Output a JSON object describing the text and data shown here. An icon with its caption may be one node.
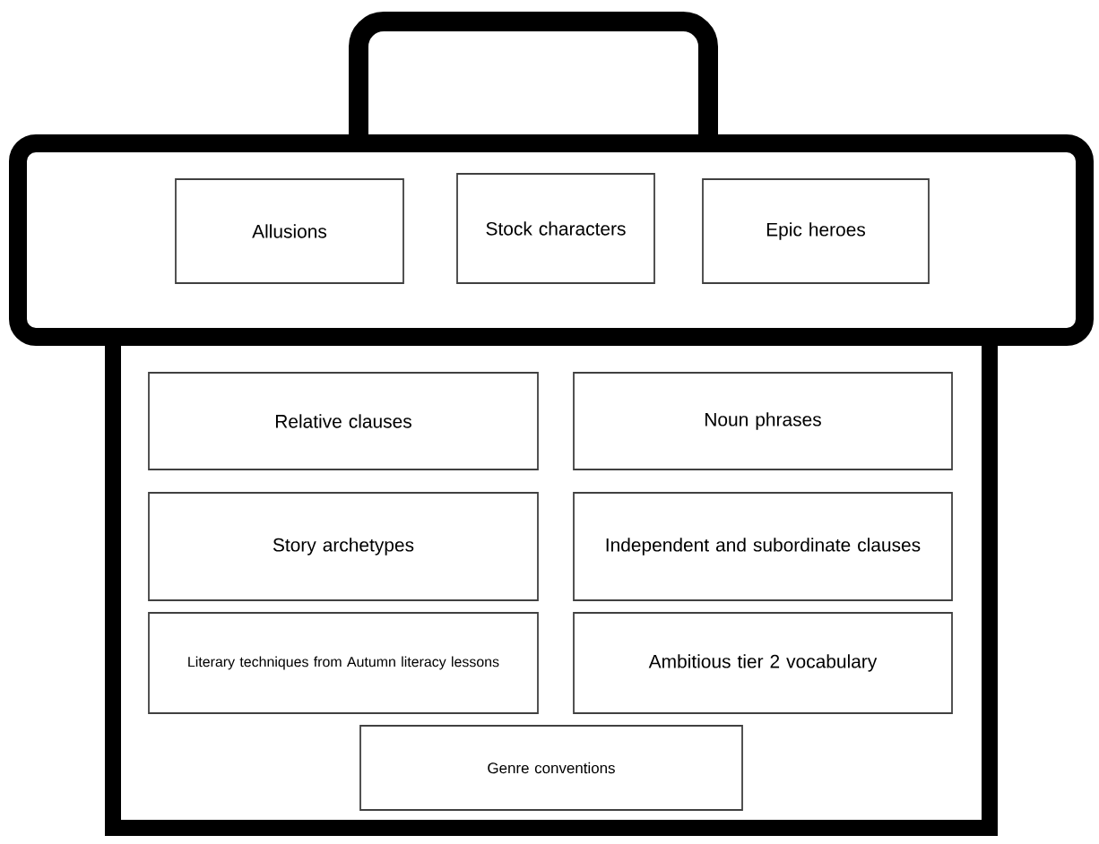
{
  "diagram": {
    "nodes": [
      {
        "text": [
          "Allusions"
        ]
      },
      {
        "text": [
          "Stock characters"
        ]
      },
      {
        "text": [
          "Epic heroes"
        ]
      },
      {
        "text": [
          "Relative clauses"
        ]
      },
      {
        "text": [
          "Noun phrases"
        ]
      },
      {
        "text": [
          "Story archetypes"
        ]
      },
      {
        "text": [
          "Independent and subordinate clauses"
        ]
      },
      {
        "text": [
          "Literary techniques from Autumn literacy lessons"
        ]
      },
      {
        "text": [
          "Ambitious tier 2 vocabulary"
        ]
      },
      {
        "text": [
          "Genre conventions"
        ]
      }
    ]
  }
}
